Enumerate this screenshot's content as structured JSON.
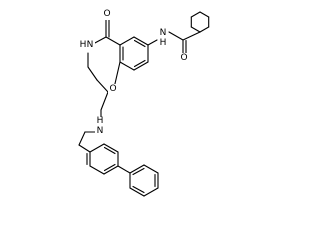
{
  "molecule": {
    "labels": {
      "ketone_oxygen": "O",
      "lactam_nh": "N",
      "lactam_h": "H",
      "ring_oxygen": "O",
      "amide_nh": "N",
      "amide_h": "H",
      "amide_oxygen": "O",
      "amine_nh": "N",
      "amine_h": "H"
    },
    "colors": {
      "bond": "#000000",
      "text": "#000000",
      "background": "#ffffff"
    }
  }
}
